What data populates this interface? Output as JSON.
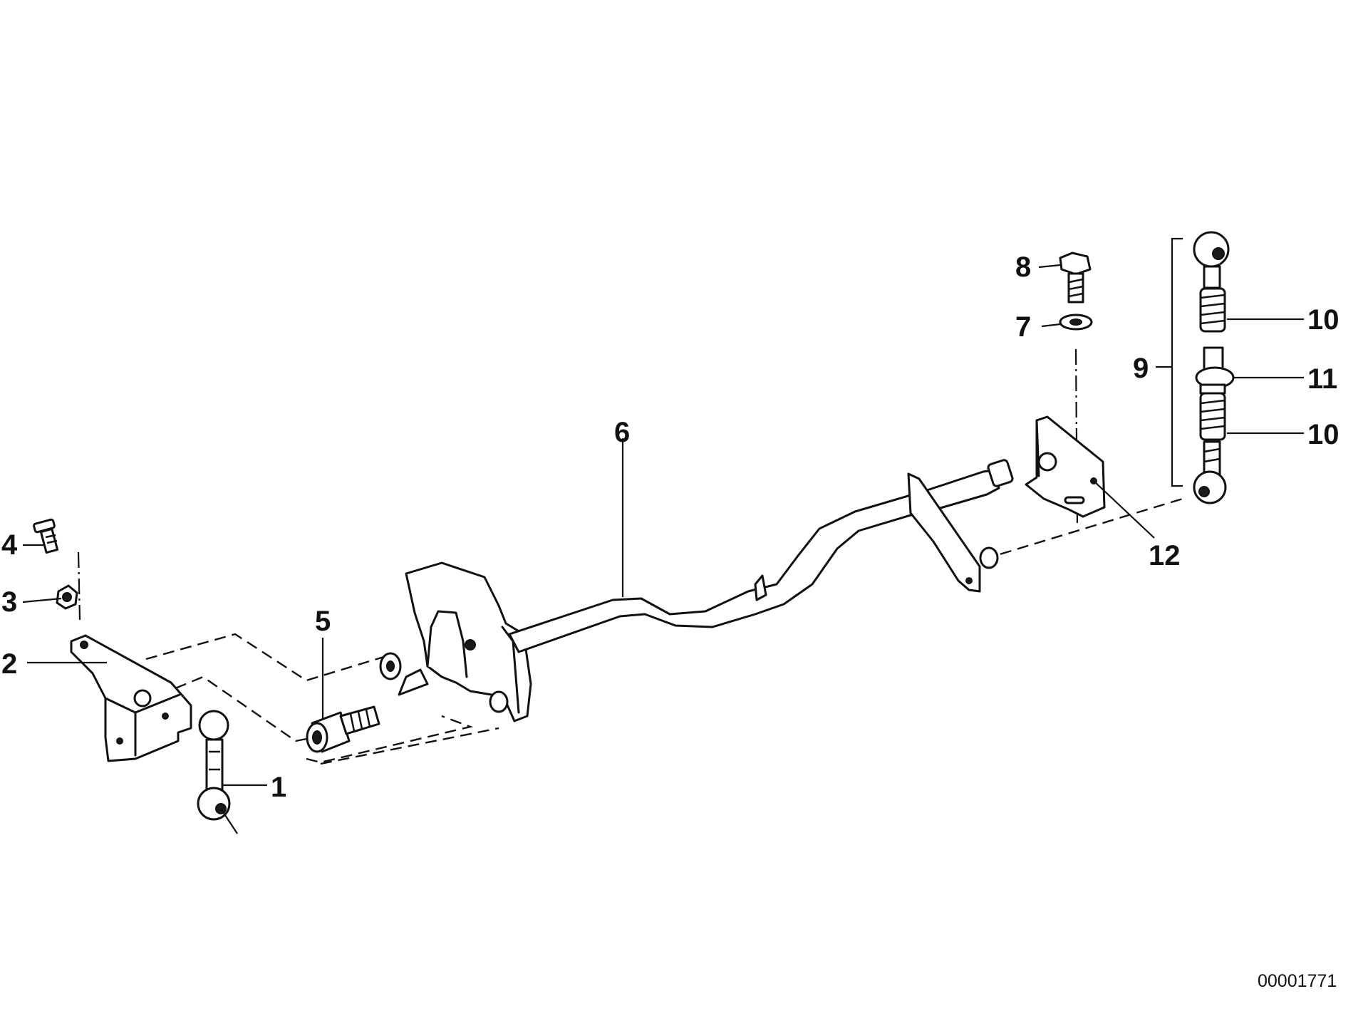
{
  "callouts": {
    "c1": "1",
    "c2": "2",
    "c3": "3",
    "c4": "4",
    "c5": "5",
    "c6": "6",
    "c7": "7",
    "c8": "8",
    "c9": "9",
    "c10a": "10",
    "c11": "11",
    "c10b": "10",
    "c12": "12"
  },
  "document_number": "00001771"
}
